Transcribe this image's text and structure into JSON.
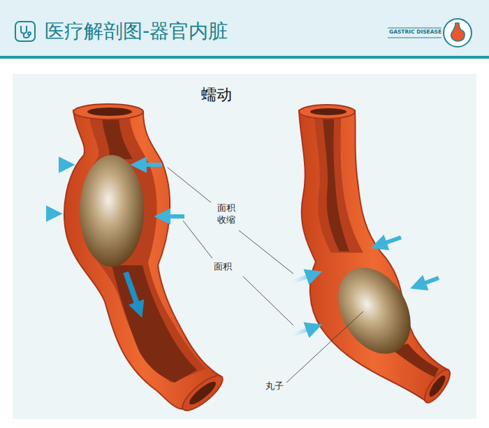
{
  "diagram": {
    "title": "医疗解剖图-器官内脏",
    "labels": [
      "GASTRIC DISEASE",
      "蠕动",
      "面积 收缩",
      "面积",
      "丸子"
    ]
  }
}
